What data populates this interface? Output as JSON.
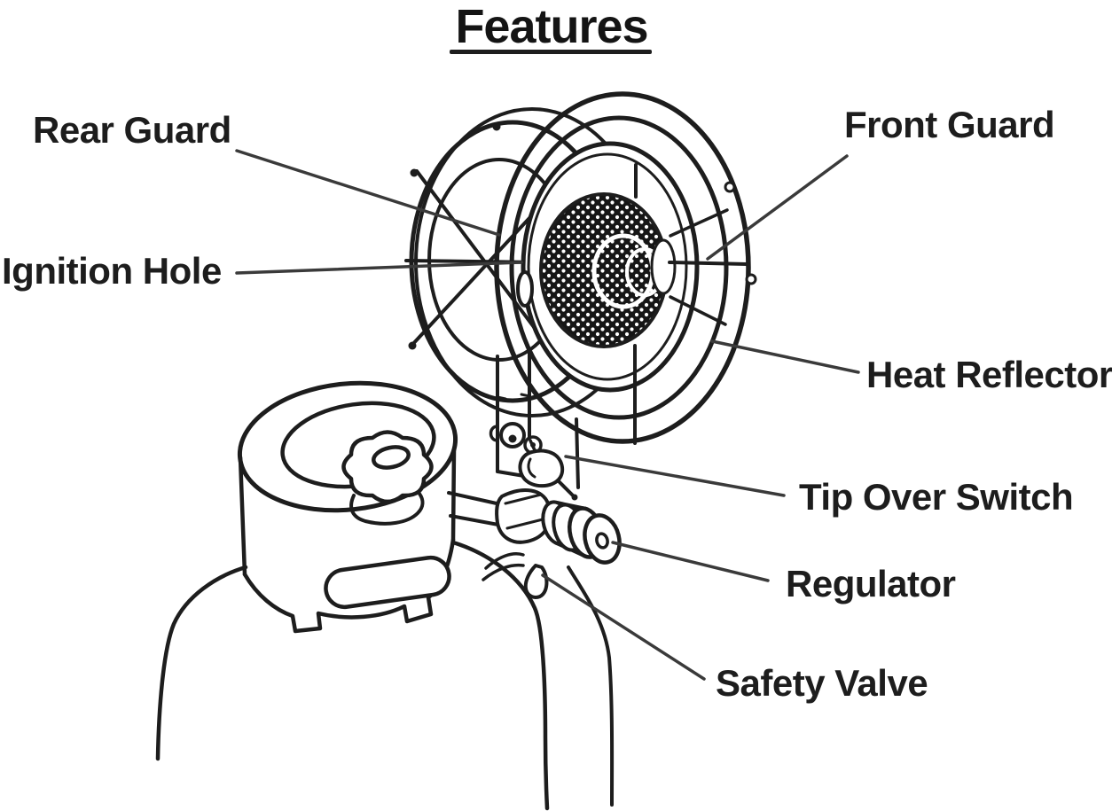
{
  "page": {
    "background": "#ffffff",
    "subject": "Propane tank-top heater features diagram"
  },
  "title": {
    "text": "Features"
  },
  "figure": {
    "type": "labeled-line-diagram",
    "callouts": [
      {
        "id": "rear-guard",
        "label": "Rear Guard"
      },
      {
        "id": "ignition-hole",
        "label": "Ignition Hole"
      },
      {
        "id": "front-guard",
        "label": "Front Guard"
      },
      {
        "id": "heat-reflector",
        "label": "Heat Reflector"
      },
      {
        "id": "tip-over-switch",
        "label": "Tip Over Switch"
      },
      {
        "id": "regulator",
        "label": "Regulator"
      },
      {
        "id": "safety-valve",
        "label": "Safety Valve"
      }
    ],
    "colors": {
      "ink": "#1d1d1d",
      "leader": "#3a3a3a",
      "background": "#ffffff"
    }
  }
}
